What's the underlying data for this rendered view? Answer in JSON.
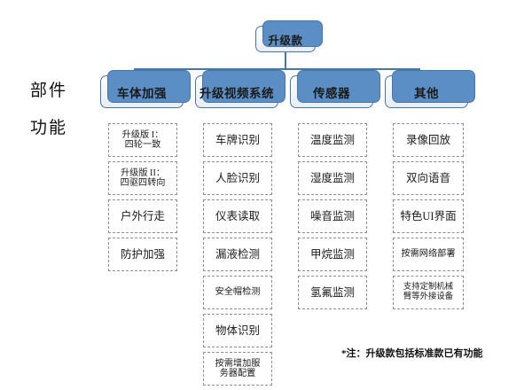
{
  "diagram": {
    "title": "升级款",
    "row_labels": {
      "components": "部件",
      "functions": "功能"
    },
    "categories": [
      {
        "label": "车体加强"
      },
      {
        "label": "升级视频系统"
      },
      {
        "label": "传感器"
      },
      {
        "label": "其他"
      }
    ],
    "functions": [
      {
        "category": "车体加强",
        "items": [
          {
            "lines": [
              "升级版 I：",
              "四轮一致"
            ],
            "size": "small"
          },
          {
            "lines": [
              "升级版 II：",
              "四驱四转向"
            ],
            "size": "small"
          },
          {
            "lines": [
              "户外行走"
            ],
            "size": "normal"
          },
          {
            "lines": [
              "防护加强"
            ],
            "size": "normal"
          }
        ]
      },
      {
        "category": "升级视频系统",
        "items": [
          {
            "lines": [
              "车牌识别"
            ],
            "size": "normal"
          },
          {
            "lines": [
              "人脸识别"
            ],
            "size": "normal"
          },
          {
            "lines": [
              "仪表读取"
            ],
            "size": "normal"
          },
          {
            "lines": [
              "漏液检测"
            ],
            "size": "normal"
          },
          {
            "lines": [
              "安全帽检测"
            ],
            "size": "small"
          },
          {
            "lines": [
              "物体识别"
            ],
            "size": "normal"
          },
          {
            "lines": [
              "按需增加服",
              "务器配置"
            ],
            "size": "small"
          }
        ]
      },
      {
        "category": "传感器",
        "items": [
          {
            "lines": [
              "温度监测"
            ],
            "size": "normal"
          },
          {
            "lines": [
              "湿度监测"
            ],
            "size": "normal"
          },
          {
            "lines": [
              "噪音监测"
            ],
            "size": "normal"
          },
          {
            "lines": [
              "甲烷监测"
            ],
            "size": "normal"
          },
          {
            "lines": [
              "氢氟监测"
            ],
            "size": "normal"
          }
        ]
      },
      {
        "category": "其他",
        "items": [
          {
            "lines": [
              "录像回放"
            ],
            "size": "normal"
          },
          {
            "lines": [
              "双向语音"
            ],
            "size": "normal"
          },
          {
            "lines": [
              "特色UI界面"
            ],
            "size": "normal"
          },
          {
            "lines": [
              "按需网络部署"
            ],
            "size": "small"
          },
          {
            "lines": [
              "支持定制机械",
              "臂等外接设备"
            ],
            "size": "tiny"
          }
        ]
      }
    ],
    "footnote": "*注：升级款包括标准款已有功能",
    "colors": {
      "box_border": "#4776ab",
      "box_shadow": "#5b8ec4",
      "box_fill": "#f2f5f9",
      "dashed_border": "#8d8d8d",
      "text": "#1a1a1a",
      "background": "#ffffff"
    }
  }
}
